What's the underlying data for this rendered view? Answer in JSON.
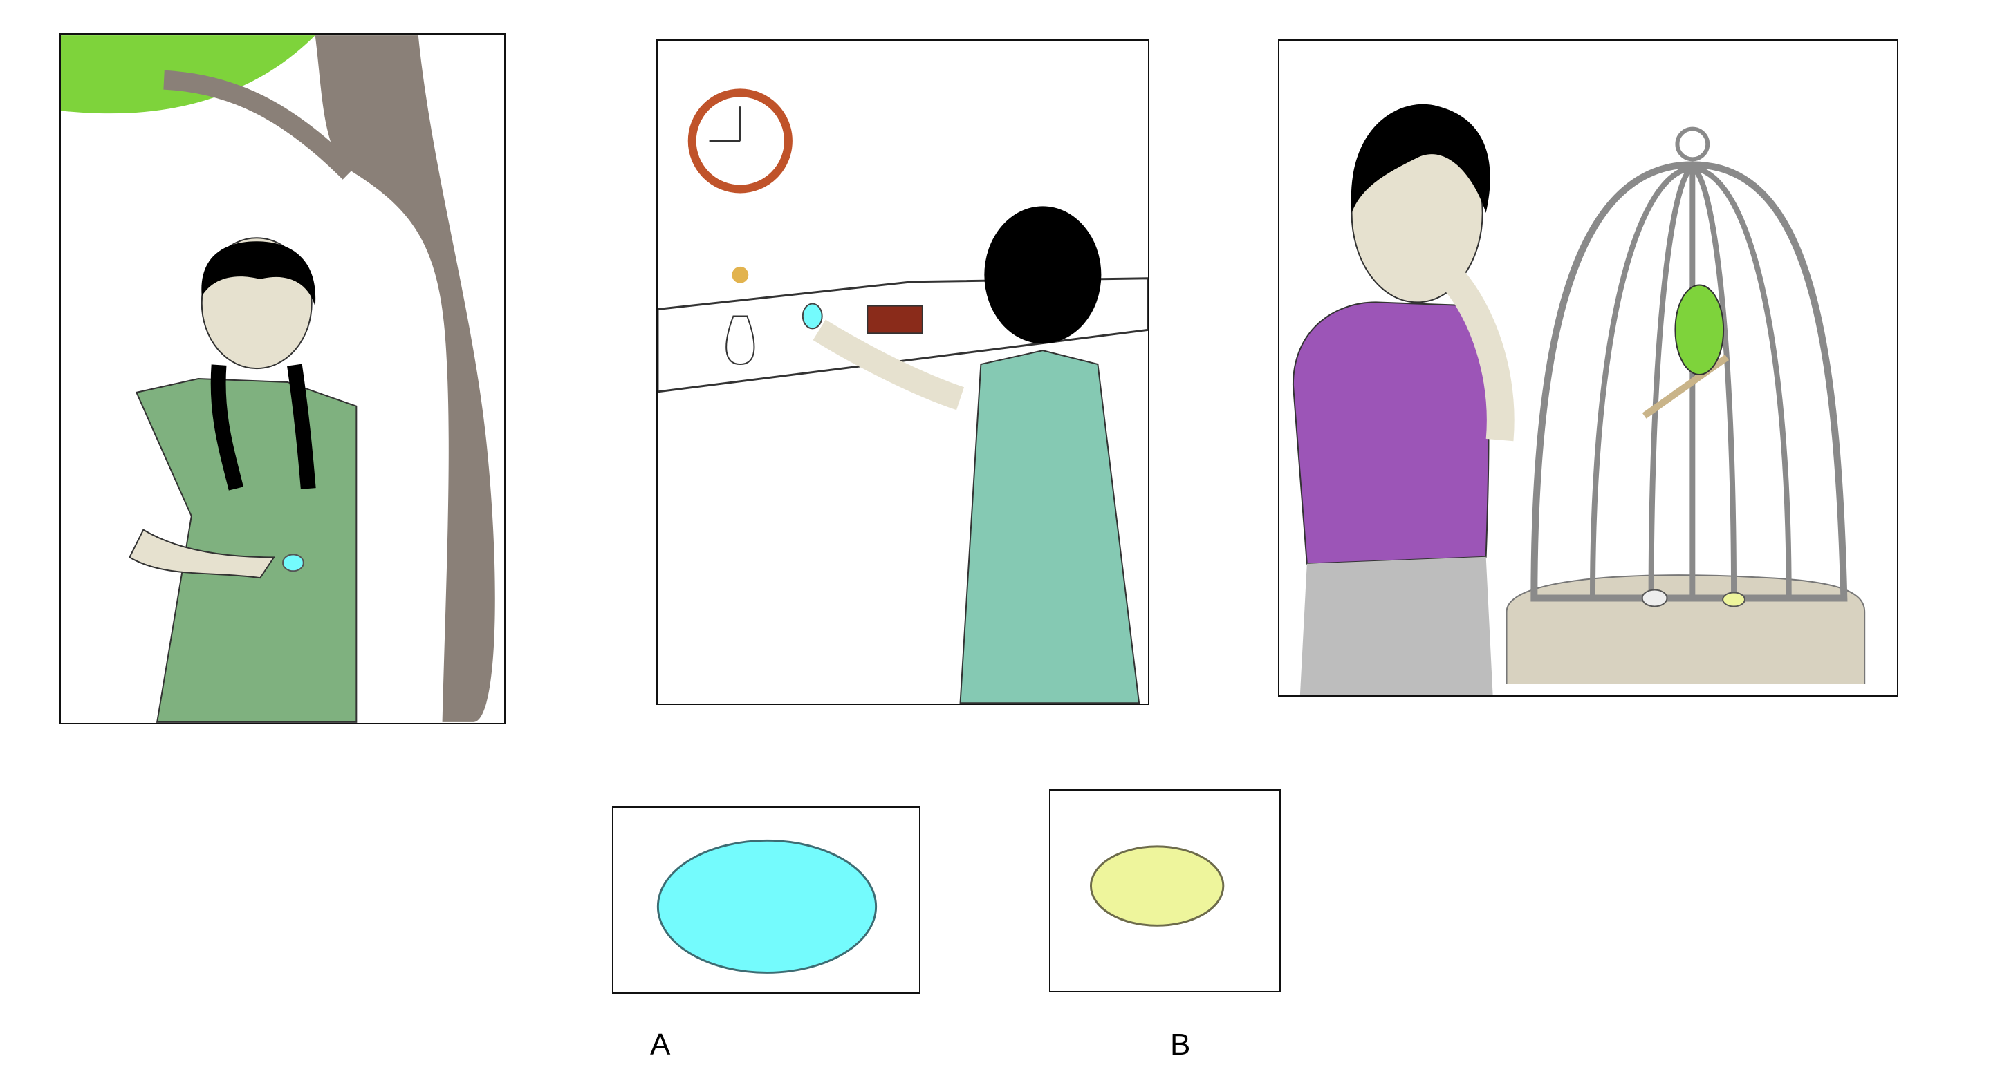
{
  "panels": [
    {
      "id": "panel-1",
      "scene": "girl-holding-blue-egg-under-tree"
    },
    {
      "id": "panel-2",
      "scene": "girl-placing-egg-on-table"
    },
    {
      "id": "panel-3",
      "scene": "girl-surprised-at-birdcage"
    }
  ],
  "options": {
    "a": {
      "label": "A",
      "egg_color": "#74fbfd"
    },
    "b": {
      "label": "B",
      "egg_color": "#eef59c"
    }
  },
  "colors": {
    "dress_green": "#7fb17f",
    "dress_teal": "#85c9b3",
    "shirt_purple": "#9c55b7",
    "skirt_gray": "#bdbdbd",
    "tree_trunk": "#8a8078",
    "leaves": "#7ed33b",
    "clock_red": "#c0532a",
    "skin": "#e6e1cf"
  }
}
